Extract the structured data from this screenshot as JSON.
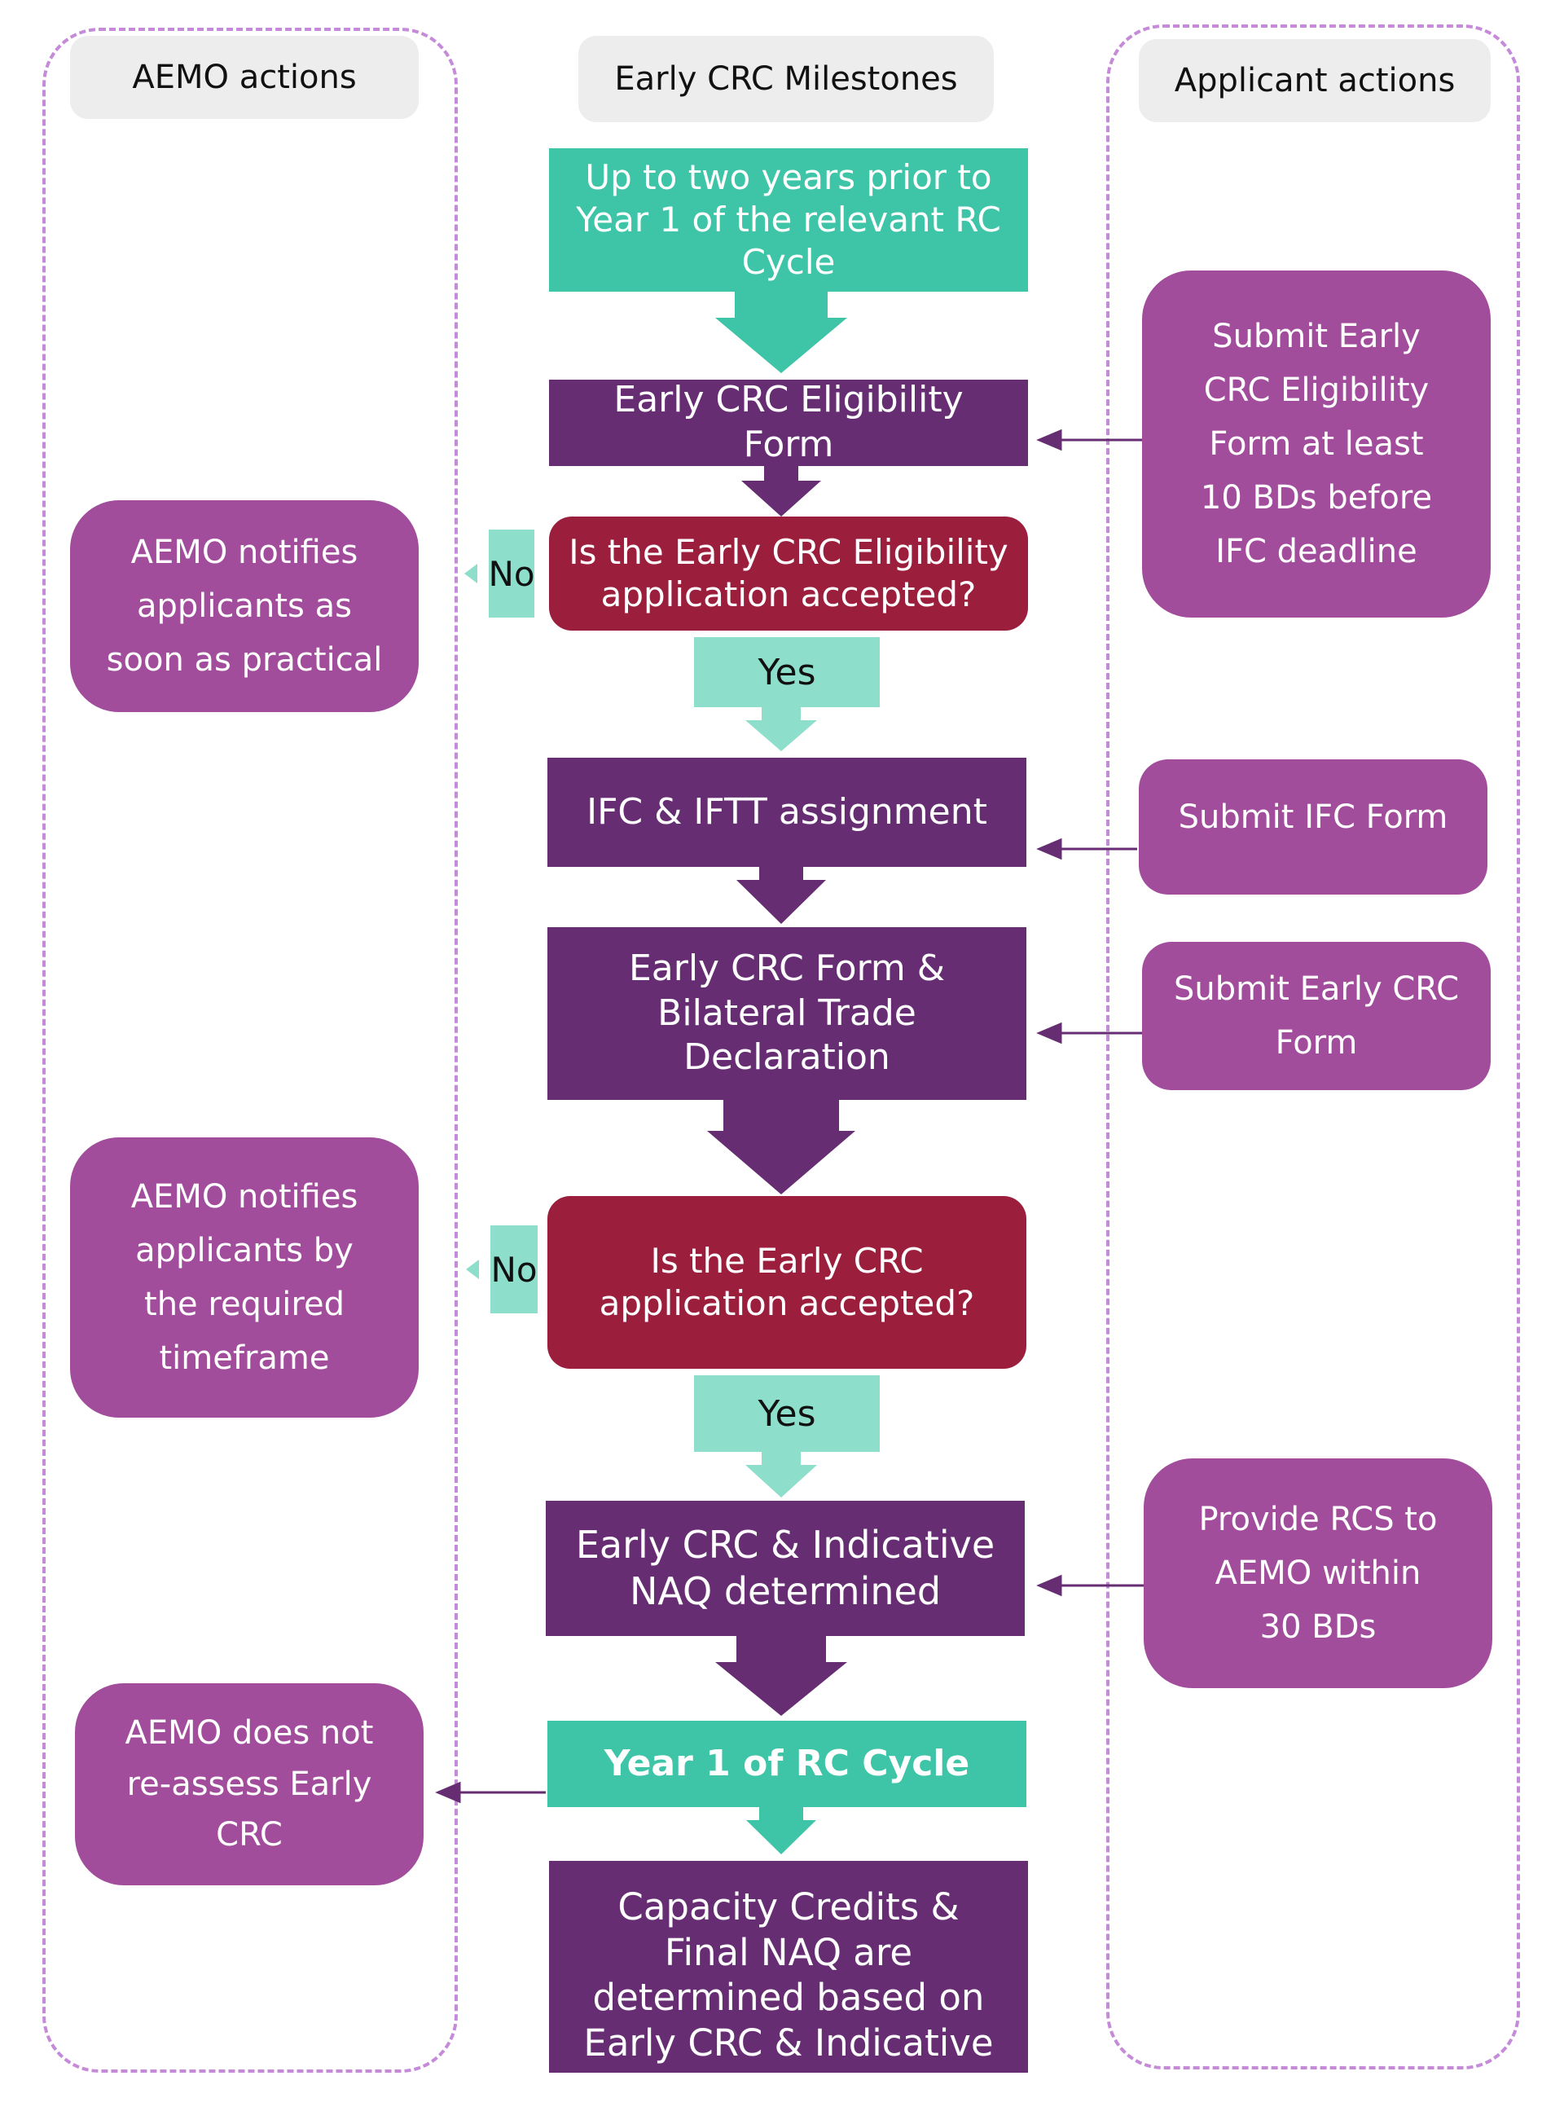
{
  "headers": {
    "aemo": "AEMO actions",
    "milestones": "Early CRC Milestones",
    "applicant": "Applicant actions"
  },
  "milestones": {
    "start": "Up to two years prior to\nYear 1 of the relevant RC\nCycle",
    "eligibility_form": "Early CRC Eligibility Form",
    "q1": "Is the Early CRC Eligibility\napplication accepted?",
    "ifc": "IFC & IFTT assignment",
    "crc_form": "Early CRC Form &\nBilateral Trade\nDeclaration",
    "q2": "Is the Early CRC\napplication accepted?",
    "determined": "Early CRC & Indicative\nNAQ determined",
    "year1": "Year 1 of RC Cycle",
    "final": "Capacity Credits &\nFinal NAQ are\ndetermined based on\nEarly CRC & Indicative"
  },
  "labels": {
    "no": "No",
    "yes": "Yes"
  },
  "aemo_actions": {
    "notify1": "AEMO notifies\napplicants as\nsoon as practical",
    "notify2": "AEMO notifies\napplicants by\nthe required\ntimeframe",
    "reassess": "AEMO does not\nre-assess Early\nCRC"
  },
  "applicant_actions": {
    "submit_eligibility": "Submit Early\nCRC Eligibility\nForm at least\n10 BDs before\nIFC deadline",
    "submit_ifc": "Submit IFC Form",
    "submit_crc": "Submit Early CRC\nForm",
    "provide_rcs": "Provide RCS to\nAEMO within\n30 BDs"
  },
  "colors": {
    "teal": "#3ec4a7",
    "light_teal": "#8ddecb",
    "dark_purple": "#662d73",
    "crimson": "#9b1f3c",
    "orchid": "#a14d9c",
    "dashed_border": "#c58ad8"
  }
}
